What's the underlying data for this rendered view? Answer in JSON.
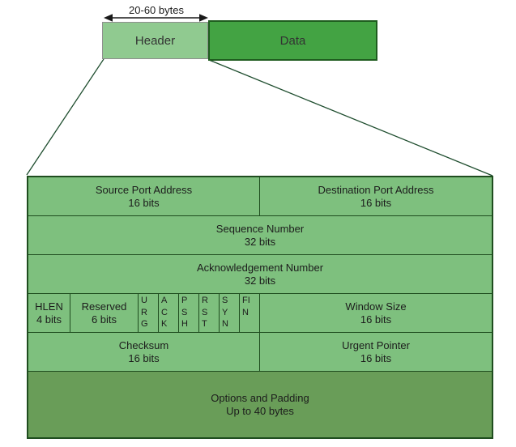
{
  "colors": {
    "header_fill": "#90ca90",
    "header_stroke": "#8f8f8f",
    "data_fill": "#43a343",
    "data_stroke": "#1e5c1e",
    "row_fill": "#7ec07e",
    "options_fill": "#699d58",
    "table_stroke": "#1f4d1f",
    "line_color": "#1e4d2e",
    "arrow_color": "#1a1a1a",
    "text_color": "#1c1c1c"
  },
  "top": {
    "size_label": "20-60 bytes",
    "header_label": "Header",
    "data_label": "Data"
  },
  "table": {
    "row1": {
      "left": {
        "title": "Source Port Address",
        "subtitle": "16 bits"
      },
      "right": {
        "title": "Destination Port Address",
        "subtitle": "16 bits"
      }
    },
    "row2": {
      "title": "Sequence Number",
      "subtitle": "32 bits"
    },
    "row3": {
      "title": "Acknowledgement Number",
      "subtitle": "32 bits"
    },
    "row4": {
      "hlen": {
        "title": "HLEN",
        "subtitle": "4 bits"
      },
      "reserved": {
        "title": "Reserved",
        "subtitle": "6 bits"
      },
      "flags": [
        "URG",
        "ACK",
        "PSH",
        "RST",
        "SYN",
        "FIN"
      ],
      "window": {
        "title": "Window Size",
        "subtitle": "16 bits"
      }
    },
    "row5": {
      "left": {
        "title": "Checksum",
        "subtitle": "16 bits"
      },
      "right": {
        "title": "Urgent Pointer",
        "subtitle": "16 bits"
      }
    },
    "row6": {
      "title": "Options and Padding",
      "subtitle": "Up to 40 bytes"
    }
  }
}
